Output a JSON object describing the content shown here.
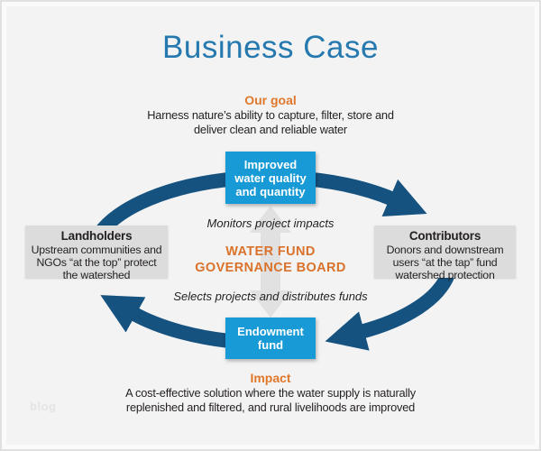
{
  "title": "Business Case",
  "goal": {
    "heading": "Our goal",
    "lines": [
      "Harness nature’s ability to capture, filter, store and",
      "deliver clean and reliable water"
    ]
  },
  "diagram": {
    "top_box": {
      "lines": [
        "Improved",
        "water quality",
        "and quantity"
      ]
    },
    "left_box": {
      "heading": "Landholders",
      "lines": [
        "Upstream communities and",
        "NGOs “at the top” protect",
        "the watershed"
      ]
    },
    "right_box": {
      "heading": "Contributors",
      "lines": [
        "Donors and downstream",
        "users “at the tap” fund",
        "watershed protection"
      ]
    },
    "bottom_box": {
      "lines": [
        "Endowment",
        "fund"
      ]
    },
    "center": {
      "monitors_caption": "Monitors project impacts",
      "board_lines": [
        "WATER FUND",
        "GOVERNANCE BOARD"
      ],
      "selects_caption": "Selects projects and distributes funds"
    }
  },
  "impact": {
    "heading": "Impact",
    "lines": [
      "A cost-effective solution where the water supply is naturally",
      "replenished and filtered, and rural livelihoods are improved"
    ]
  },
  "watermark": "blog",
  "colors": {
    "background": "#f3f3f3",
    "title_blue": "#2579ae",
    "accent_orange": "#e0782c",
    "board_orange": "#d9722b",
    "box_blue": "#189ad6",
    "arrow_navy": "#15527f",
    "panel_gray": "#dcdcdc",
    "text": "#231f20"
  }
}
